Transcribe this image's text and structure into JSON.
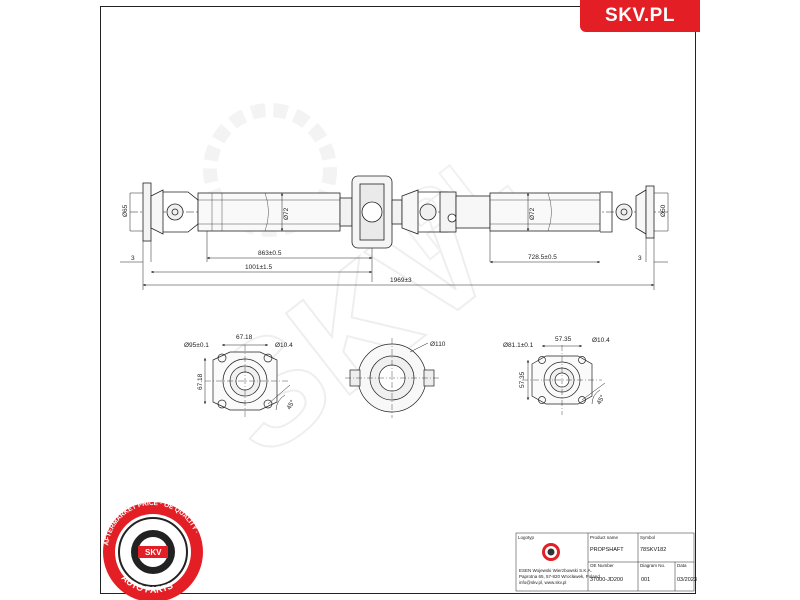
{
  "brand": {
    "label": "SKV.PL"
  },
  "drawing": {
    "top_dims": {
      "left_flange_dia": "Ø65",
      "left_tube_dia": "Ø72",
      "right_tube_dia": "Ø72",
      "right_flange_dia": "Ø50",
      "left_offset": "3",
      "right_offset": "3",
      "center_to_left_bearing": "863±0.5",
      "left_section": "1001±1.5",
      "right_section": "728.5±0.5",
      "overall_length": "1969±3"
    },
    "left_flange": {
      "pcd": "Ø95±0.1",
      "bolt_x": "67.18",
      "bolt_y": "67.18",
      "hole": "Ø10.4",
      "angle": "45°"
    },
    "center_bearing": {
      "dia": "Ø110"
    },
    "right_flange": {
      "pcd": "Ø81.1±0.1",
      "bolt_x": "57.35",
      "bolt_y": "57.35",
      "hole": "Ø10.4",
      "angle": "45°"
    }
  },
  "title_block": {
    "col_labels": [
      "Logotyp",
      "Product name",
      "Symbol"
    ],
    "company_lines": [
      "ESEN Wojewski Wierzbowski S.K.A.",
      "Paprotna 65, 57-820 Wrocławek, Poland",
      "info@skv.pl, www.skv.pl"
    ],
    "product_name": "PROPSHAFT",
    "symbol": "78SKV182",
    "row_labels": [
      "OE Number",
      "Diagram No.",
      "Data"
    ],
    "oe_number": "37000-JD200",
    "diagram_no": "001",
    "date": "03/2023"
  },
  "badge": {
    "top_text": "AFTERMARKET PRICE · OE QUALITY ·",
    "bottom_text": "AUTO PARTS",
    "center_text": "SKV"
  },
  "colors": {
    "brand_red": "#e31e24",
    "line": "#222222",
    "watermark": "#e9e9e9"
  }
}
